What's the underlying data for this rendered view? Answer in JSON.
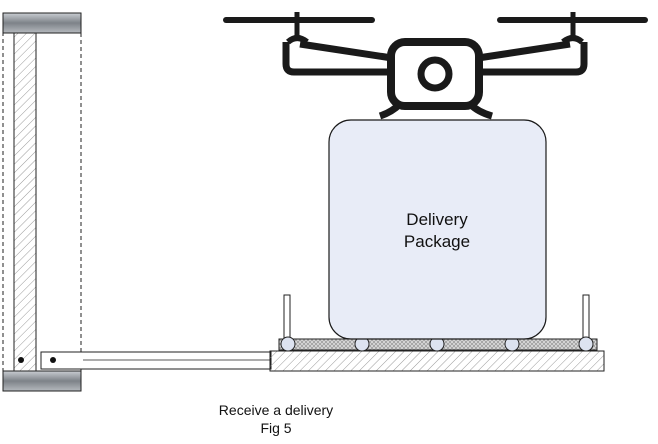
{
  "package": {
    "line1": "Delivery",
    "line2": "Package"
  },
  "caption": {
    "line1": "Receive a delivery",
    "line2": "Fig 5"
  },
  "colors": {
    "package_fill": "#e8ecf7",
    "stroke": "#1a1a1a",
    "roller_fill": "#dde3f0",
    "cap_fill": "#8a8f96"
  },
  "icons": {
    "drone": "quadcopter-drone-icon"
  }
}
